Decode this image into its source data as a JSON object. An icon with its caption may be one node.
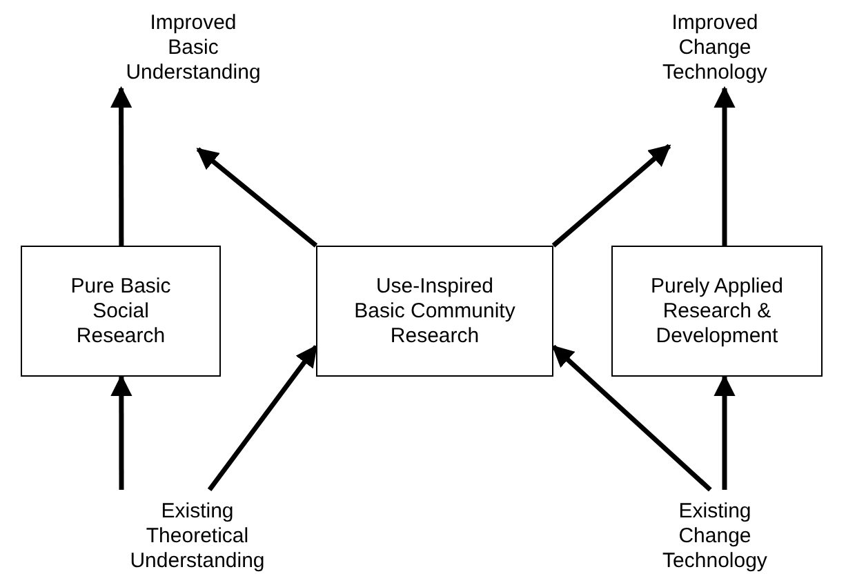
{
  "diagram": {
    "nodes": [
      {
        "text": [
          "Improved Basic Understanding"
        ]
      },
      {
        "text": [
          "Improved Change Technology"
        ]
      },
      {
        "text": [
          "Pure Basic Social Research"
        ]
      },
      {
        "text": [
          "Use-Inspired Basic Community Research"
        ]
      },
      {
        "text": [
          "Purely Applied Research & Development"
        ]
      },
      {
        "text": [
          "Existing Theoretical Understanding"
        ]
      },
      {
        "text": [
          "Existing Change Technology"
        ]
      }
    ],
    "edges": [
      {
        "from": 5,
        "to": 2,
        "arrow": "to"
      },
      {
        "from": 5,
        "to": 3,
        "arrow": "to"
      },
      {
        "from": 2,
        "to": 0,
        "arrow": "to"
      },
      {
        "from": 3,
        "to": 0,
        "arrow": "to"
      },
      {
        "from": 3,
        "to": 1,
        "arrow": "to"
      },
      {
        "from": 4,
        "to": 1,
        "arrow": "to"
      },
      {
        "from": 6,
        "to": 4,
        "arrow": "to"
      },
      {
        "from": 6,
        "to": 3,
        "arrow": "to"
      }
    ]
  }
}
